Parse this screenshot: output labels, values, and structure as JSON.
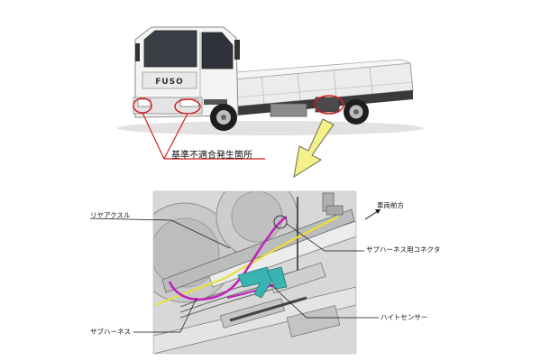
{
  "colors": {
    "callout_red": "#d42020",
    "magenta_harness": "#c020c0",
    "cyan_part": "#3bb3b3",
    "arrow_yellow": "#f4f08a",
    "arrow_outline": "#6a6a4a",
    "truck_cab": "#f4f4f2",
    "truck_body": "#e6e6e6",
    "drawing_bg": "#d8d8d8"
  },
  "truck": {
    "brand": "FUSO"
  },
  "labels": {
    "noncompliance_location": "基準不適合発生箇所",
    "rear_axle": "リヤアクスル",
    "vehicle_front": "車両前方",
    "subharness_connector": "サブハーネス用コネクタ",
    "subharness": "サブハーネス",
    "height_sensor": "ハイトセンサー"
  }
}
